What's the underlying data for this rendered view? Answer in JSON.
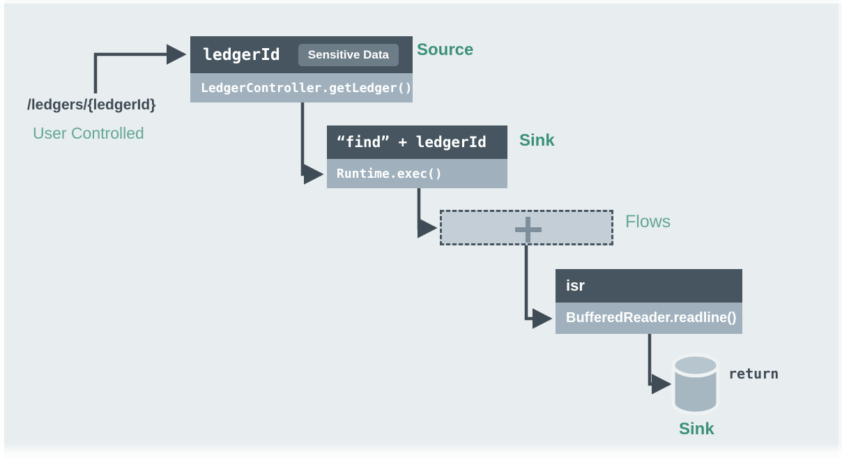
{
  "palette": {
    "background": "#e8edef",
    "node_header": "#46555f",
    "node_body": "#a0b1bd",
    "badge": "#6d7d88",
    "flows_fill": "#c3ced6",
    "wire": "#3f4c56",
    "teal_bold": "#3b9178",
    "teal_light": "#64a795",
    "dark_text": "#3f4c56",
    "cylinder": "#a6b7c2"
  },
  "diagram": {
    "type": "dataflow-taint-graph",
    "entry": {
      "path_label": "/ledgers/{ledgerId}",
      "trust_label": "User Controlled"
    },
    "nodes": [
      {
        "id": "source",
        "title": "ledgerId",
        "title_font": "mono",
        "badge": "Sensitive Data",
        "subtitle": "LedgerController.getLedger()",
        "subtitle_font": "mono",
        "annotation": "Source",
        "annotation_style": "teal-bold"
      },
      {
        "id": "sink-exec",
        "title": "“find” + ledgerId",
        "title_font": "mono",
        "badge": null,
        "subtitle": "Runtime.exec()",
        "subtitle_font": "mono",
        "annotation": "Sink",
        "annotation_style": "teal-bold"
      },
      {
        "id": "flows",
        "title": "+",
        "title_font": "glyph",
        "badge": null,
        "subtitle": null,
        "annotation": "Flows",
        "annotation_style": "teal-light"
      },
      {
        "id": "isr",
        "title": "isr",
        "title_font": "sans",
        "badge": null,
        "subtitle": "BufferedReader.readline()",
        "subtitle_font": "sans",
        "annotation": null,
        "annotation_style": null
      },
      {
        "id": "datastore",
        "title": null,
        "shape": "cylinder",
        "side_label": "return",
        "annotation": "Sink",
        "annotation_style": "teal-bold"
      }
    ],
    "edges": [
      {
        "from": "entry",
        "to": "source"
      },
      {
        "from": "source",
        "to": "sink-exec"
      },
      {
        "from": "sink-exec",
        "to": "flows"
      },
      {
        "from": "flows",
        "to": "isr"
      },
      {
        "from": "isr",
        "to": "datastore"
      }
    ]
  }
}
